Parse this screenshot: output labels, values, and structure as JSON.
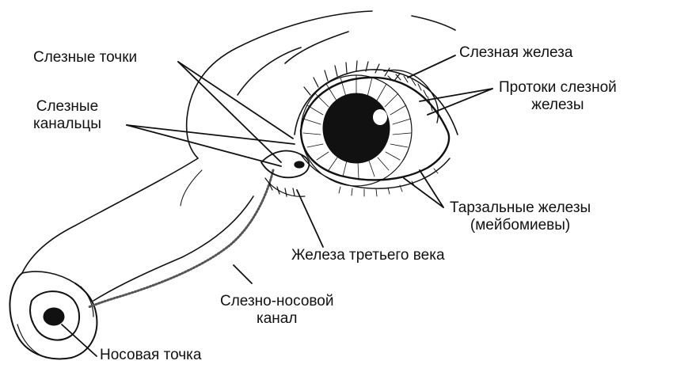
{
  "colors": {
    "ink": "#111111",
    "background": "#ffffff"
  },
  "labels": {
    "lacrimal_points": "Слезные точки",
    "lacrimal_canaliculi_line1": "Слезные",
    "lacrimal_canaliculi_line2": "канальцы",
    "lacrimal_gland": "Слезная железа",
    "gland_ducts_line1": "Протоки слезной",
    "gland_ducts_line2": "железы",
    "tarsal_glands_line1": "Тарзальные железы",
    "tarsal_glands_line2": "(мейбомиевы)",
    "third_eyelid_gland": "Железа третьего века",
    "nasolacrimal_duct_line1": "Слезно-носовой",
    "nasolacrimal_duct_line2": "канал",
    "nasal_point": "Носовая точка"
  }
}
